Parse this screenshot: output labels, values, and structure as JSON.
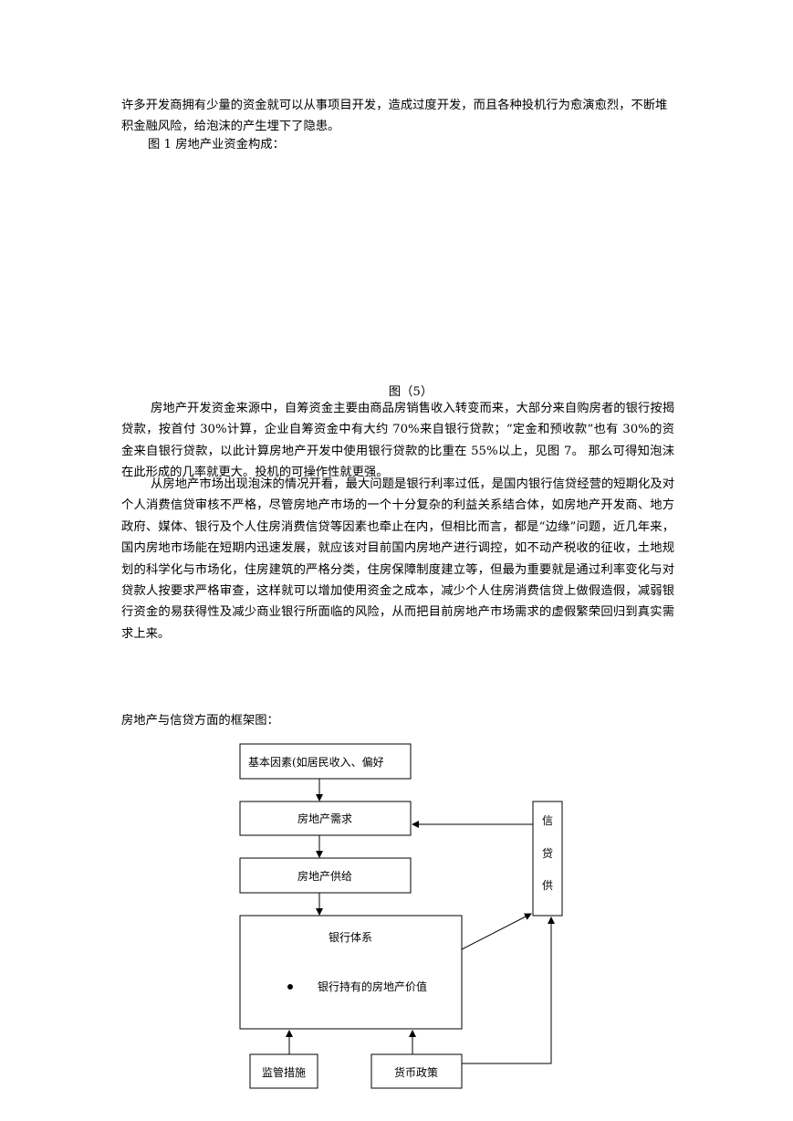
{
  "paragraph1": "许多开发商拥有少量的资金就可以从事项目开发，造成过度开发，而且各种投机行为愈演愈烈，不断堆积金融风险，给泡沫的产生埋下了隐患。",
  "figure1_caption": "图 1 房地产业资金构成：",
  "figure5_caption": "图（5）",
  "paragraph2": "房地产开发资金来源中，自筹资金主要由商品房销售收入转变而来，大部分来自购房者的银行按揭贷款，按首付 30%计算，企业自筹资金中有大约 70%来自银行贷款；“定金和预收款”也有 30%的资金来自银行贷款，以此计算房地产开发中使用银行贷款的比重在 55%以上，见图 7。 那么可得知泡沫在此形成的几率就更大。投机的可操作性就更强。",
  "paragraph3": "从房地产市场出现泡沫的情况开看，最大问题是银行利率过低，是国内银行信贷经营的短期化及对个人消费信贷审核不严格，尽管房地产市场的一个十分复杂的利益关系结合体，如房地产开发商、地方政府、媒体、银行及个人住房消费信贷等因素也牵止在内，但相比而言，都是“边缘”问题，近几年来，国内房地市场能在短期内迅速发展，就应该对目前国内房地产进行调控，如不动产税收的征收，土地规划的科学化与市场化，住房建筑的严格分类，住房保障制度建立等，但最为重要就是通过利率变化与对贷款人按要求严格审查，这样就可以增加使用资金之成本，减少个人住房消费信贷上做假造假，减弱银行资金的易获得性及减少商业银行所面临的风险，从而把目前房地产市场需求的虚假繁荣回归到真实需求上来。",
  "diagram_caption": "房地产与信贷方面的框架图：",
  "diagram": {
    "box_basic": "基本因素(如居民收入、偏好",
    "box_demand": "房地产需求",
    "box_supply": "房地产供给",
    "box_bank_title": "银行体系",
    "box_bank_item": "银行持有的房地产价值",
    "box_credit": [
      "信",
      "贷",
      "供"
    ],
    "box_regulation": "监管措施",
    "box_monetary": "货币政策"
  }
}
